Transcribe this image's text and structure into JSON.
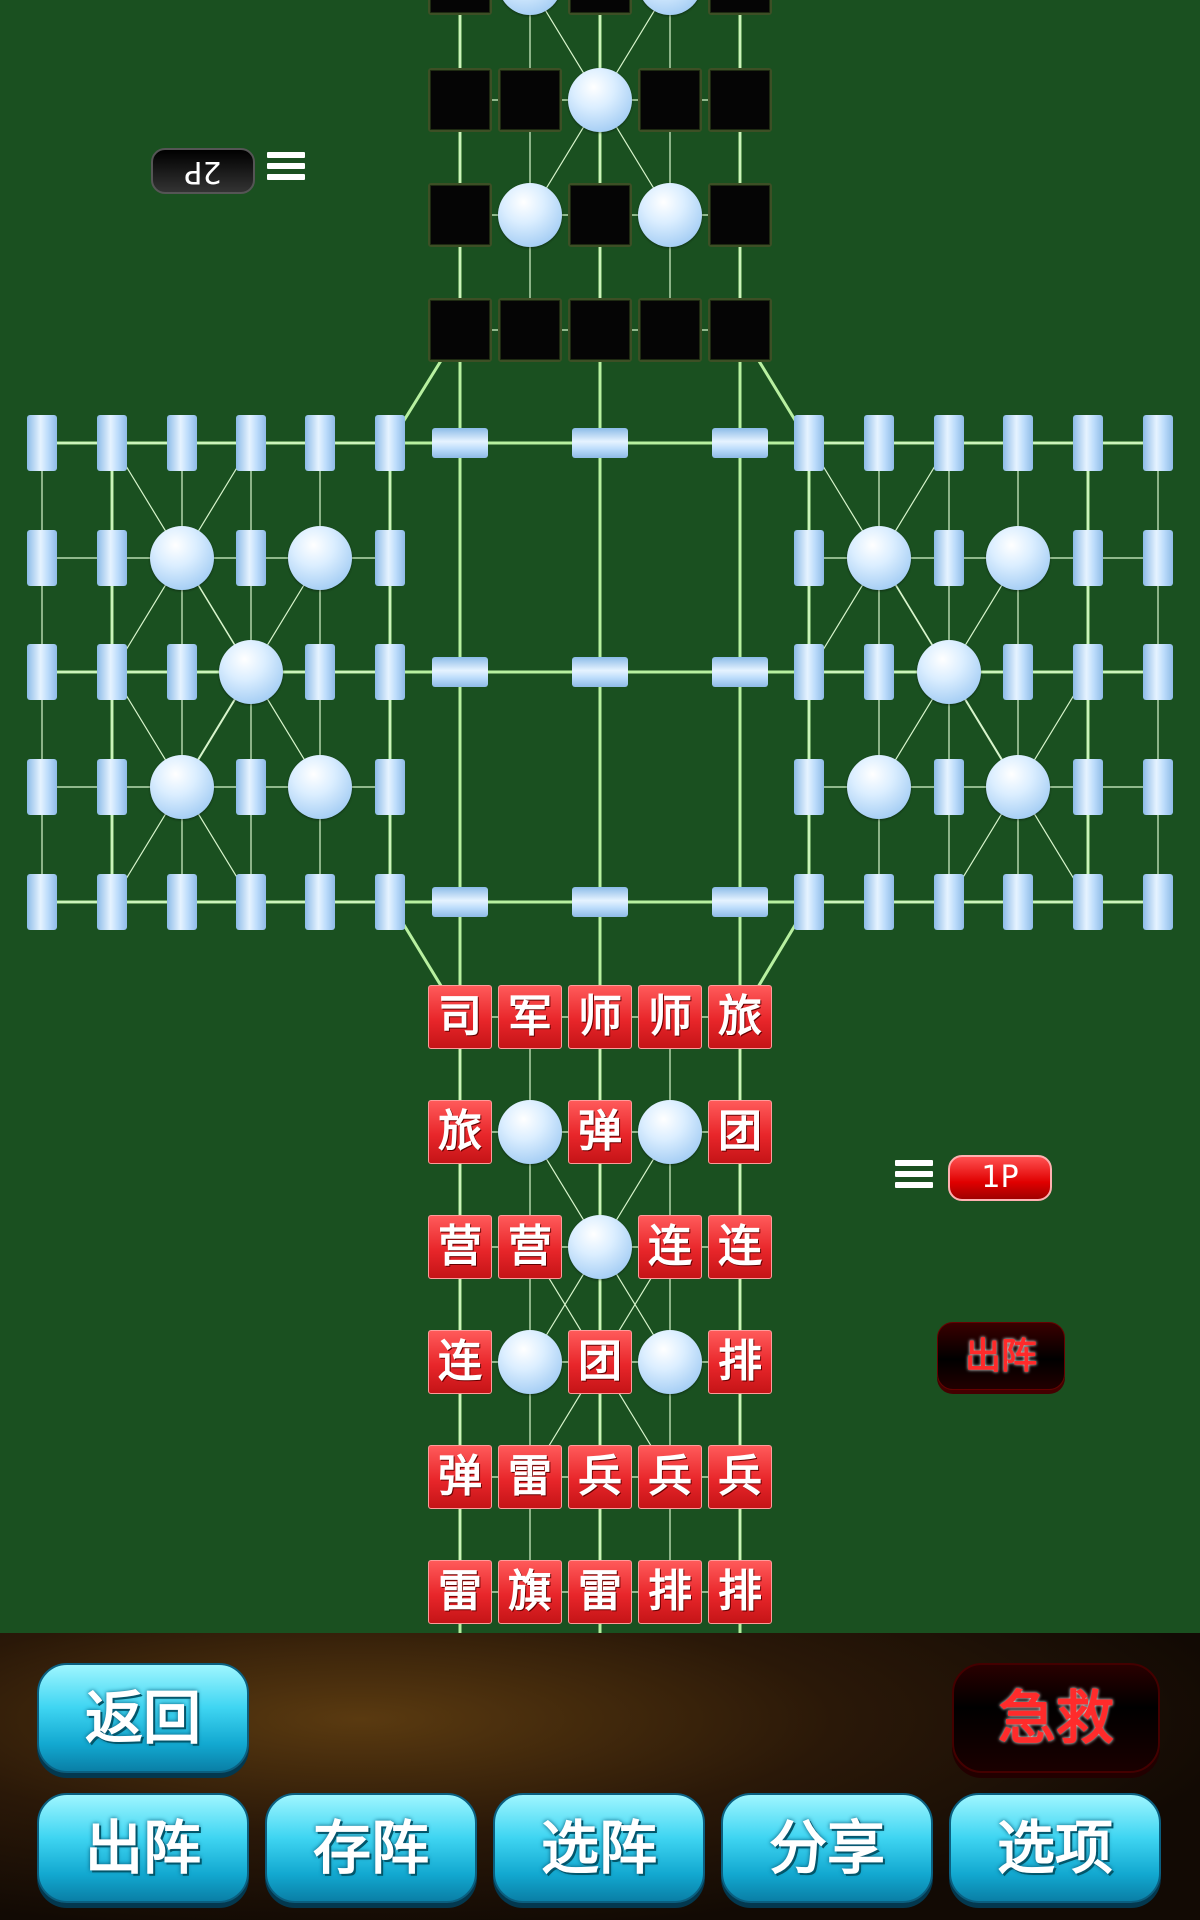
{
  "player2": {
    "label": "2P"
  },
  "player1": {
    "label": "1P"
  },
  "deploy_small": {
    "label": "出阵"
  },
  "pieces_1p": [
    [
      "司",
      "军",
      "师",
      "师",
      "旅"
    ],
    [
      "旅",
      "",
      "弹",
      "",
      "团"
    ],
    [
      "营",
      "营",
      "",
      "连",
      "连"
    ],
    [
      "连",
      "",
      "团",
      "",
      "排"
    ],
    [
      "弹",
      "雷",
      "兵",
      "兵",
      "兵"
    ],
    [
      "雷",
      "旗",
      "雷",
      "排",
      "排"
    ]
  ],
  "buttons": {
    "back": "返回",
    "rescue": "急救",
    "deploy": "出阵",
    "save_formation": "存阵",
    "select_formation": "选阵",
    "share": "分享",
    "options": "选项"
  },
  "colors": {
    "board_bg": "#1a5020",
    "rail": "#b8f0a0",
    "piece_red": "#e8262a",
    "piece_hidden": "#050505"
  }
}
